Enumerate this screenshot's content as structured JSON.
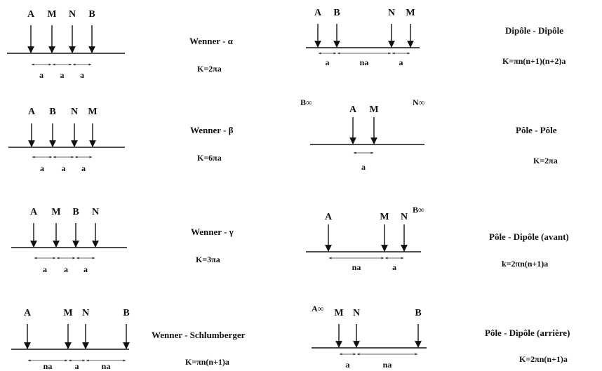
{
  "arrays": [
    {
      "name": "wenner-alpha",
      "title": "Wenner - α",
      "k": "K=2πa",
      "electrodes": [
        "A",
        "M",
        "N",
        "B"
      ],
      "dims": [
        "a",
        "a",
        "a"
      ]
    },
    {
      "name": "wenner-beta",
      "title": "Wenner - β",
      "k": "K=6πa",
      "electrodes": [
        "A",
        "B",
        "N",
        "M"
      ],
      "dims": [
        "a",
        "a",
        "a"
      ]
    },
    {
      "name": "wenner-gamma",
      "title": "Wenner - γ",
      "k": "K=3πa",
      "electrodes": [
        "A",
        "M",
        "B",
        "N"
      ],
      "dims": [
        "a",
        "a",
        "a"
      ]
    },
    {
      "name": "wenner-schlumberger",
      "title": "Wenner - Schlumberger",
      "k": "K=πn(n+1)a",
      "electrodes": [
        "A",
        "M",
        "N",
        "B"
      ],
      "dims": [
        "na",
        "a",
        "na"
      ]
    },
    {
      "name": "dipole-dipole",
      "title": "Dipôle - Dipôle",
      "k": "K=πn(n+1)(n+2)a",
      "electrodes": [
        "A",
        "B",
        "N",
        "M"
      ],
      "dims": [
        "a",
        "na",
        "a"
      ]
    },
    {
      "name": "pole-pole",
      "title": "Pôle - Pôle",
      "k": "K=2πa",
      "electrodes": [
        "A",
        "M"
      ],
      "remote": [
        "B∞",
        "N∞"
      ],
      "dims": [
        "a"
      ]
    },
    {
      "name": "pole-dipole-forward",
      "title": "Pôle - Dipôle (avant)",
      "k": "k=2πn(n+1)a",
      "electrodes": [
        "A",
        "M",
        "N"
      ],
      "remote": [
        "B∞"
      ],
      "dims": [
        "na",
        "a"
      ]
    },
    {
      "name": "pole-dipole-reverse",
      "title": "Pôle - Dipôle (arrière)",
      "k": "K=2πn(n+1)a",
      "electrodes": [
        "M",
        "N",
        "B"
      ],
      "remote": [
        "A∞"
      ],
      "dims": [
        "a",
        "na"
      ]
    }
  ]
}
